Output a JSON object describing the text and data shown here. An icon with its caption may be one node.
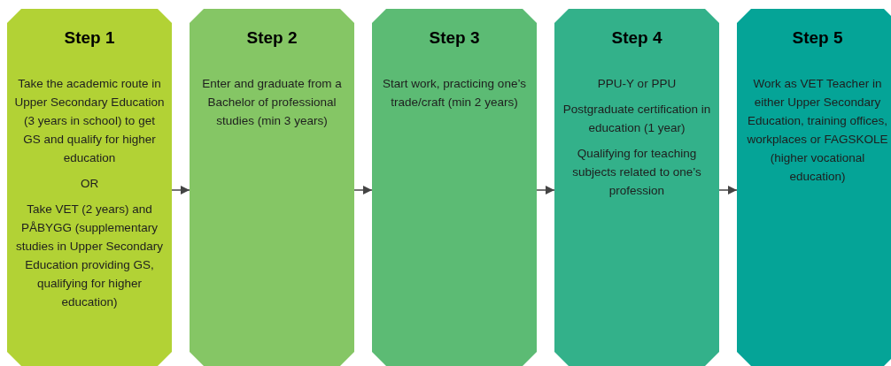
{
  "diagram": {
    "nodes": [
      {
        "text": [
          "Step 1",
          "Take the academic route in Upper Secondary Education (3 years in school) to get GS and qualify for higher education",
          "OR",
          "Take VET (2 years) and PÅBYGG (supplementary studies in Upper Secondary Education providing GS, qualifying for higher education)"
        ]
      },
      {
        "text": [
          "Step 2",
          "Enter and graduate from a Bachelor of professional studies (min 3 years)"
        ]
      },
      {
        "text": [
          "Step 3",
          "Start work, practicing one’s trade/craft (min 2 years)"
        ]
      },
      {
        "text": [
          "Step 4",
          "PPU-Y or PPU",
          "Postgraduate certification in education (1 year)",
          "Qualifying for teaching subjects related to one’s profession"
        ]
      },
      {
        "text": [
          "Step 5",
          "Work as VET Teacher in either Upper Secondary Education, training offices, workplaces or FAGSKOLE (higher vocational education)"
        ]
      }
    ],
    "edges": [
      {
        "from": 0,
        "to": 1,
        "arrow": "to"
      },
      {
        "from": 1,
        "to": 2,
        "arrow": "to"
      },
      {
        "from": 2,
        "to": 3,
        "arrow": "to"
      },
      {
        "from": 3,
        "to": 4,
        "arrow": "to"
      }
    ]
  }
}
